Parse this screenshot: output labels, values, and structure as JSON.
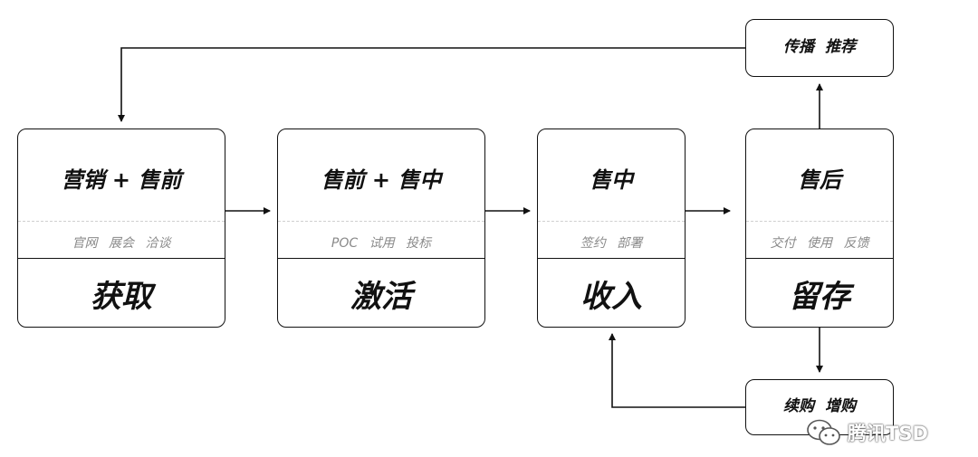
{
  "stages": [
    {
      "title": "营销 + 售前",
      "sub": "官网 展会 洽谈",
      "stage": "获取"
    },
    {
      "title": "售前 + 售中",
      "sub": "POC 试用 投标",
      "stage": "激活"
    },
    {
      "title": "售中",
      "sub": "签约 部署",
      "stage": "收入"
    },
    {
      "title": "售后",
      "sub": "交付 使用 反馈",
      "stage": "留存"
    }
  ],
  "loops": {
    "referral": "传播 推荐",
    "repurchase": "续购 增购"
  },
  "watermark": {
    "text": "腾讯TSD"
  },
  "colors": {
    "line": "#111111",
    "subtext": "#8a8a8a",
    "dash": "#cfcfcf"
  }
}
